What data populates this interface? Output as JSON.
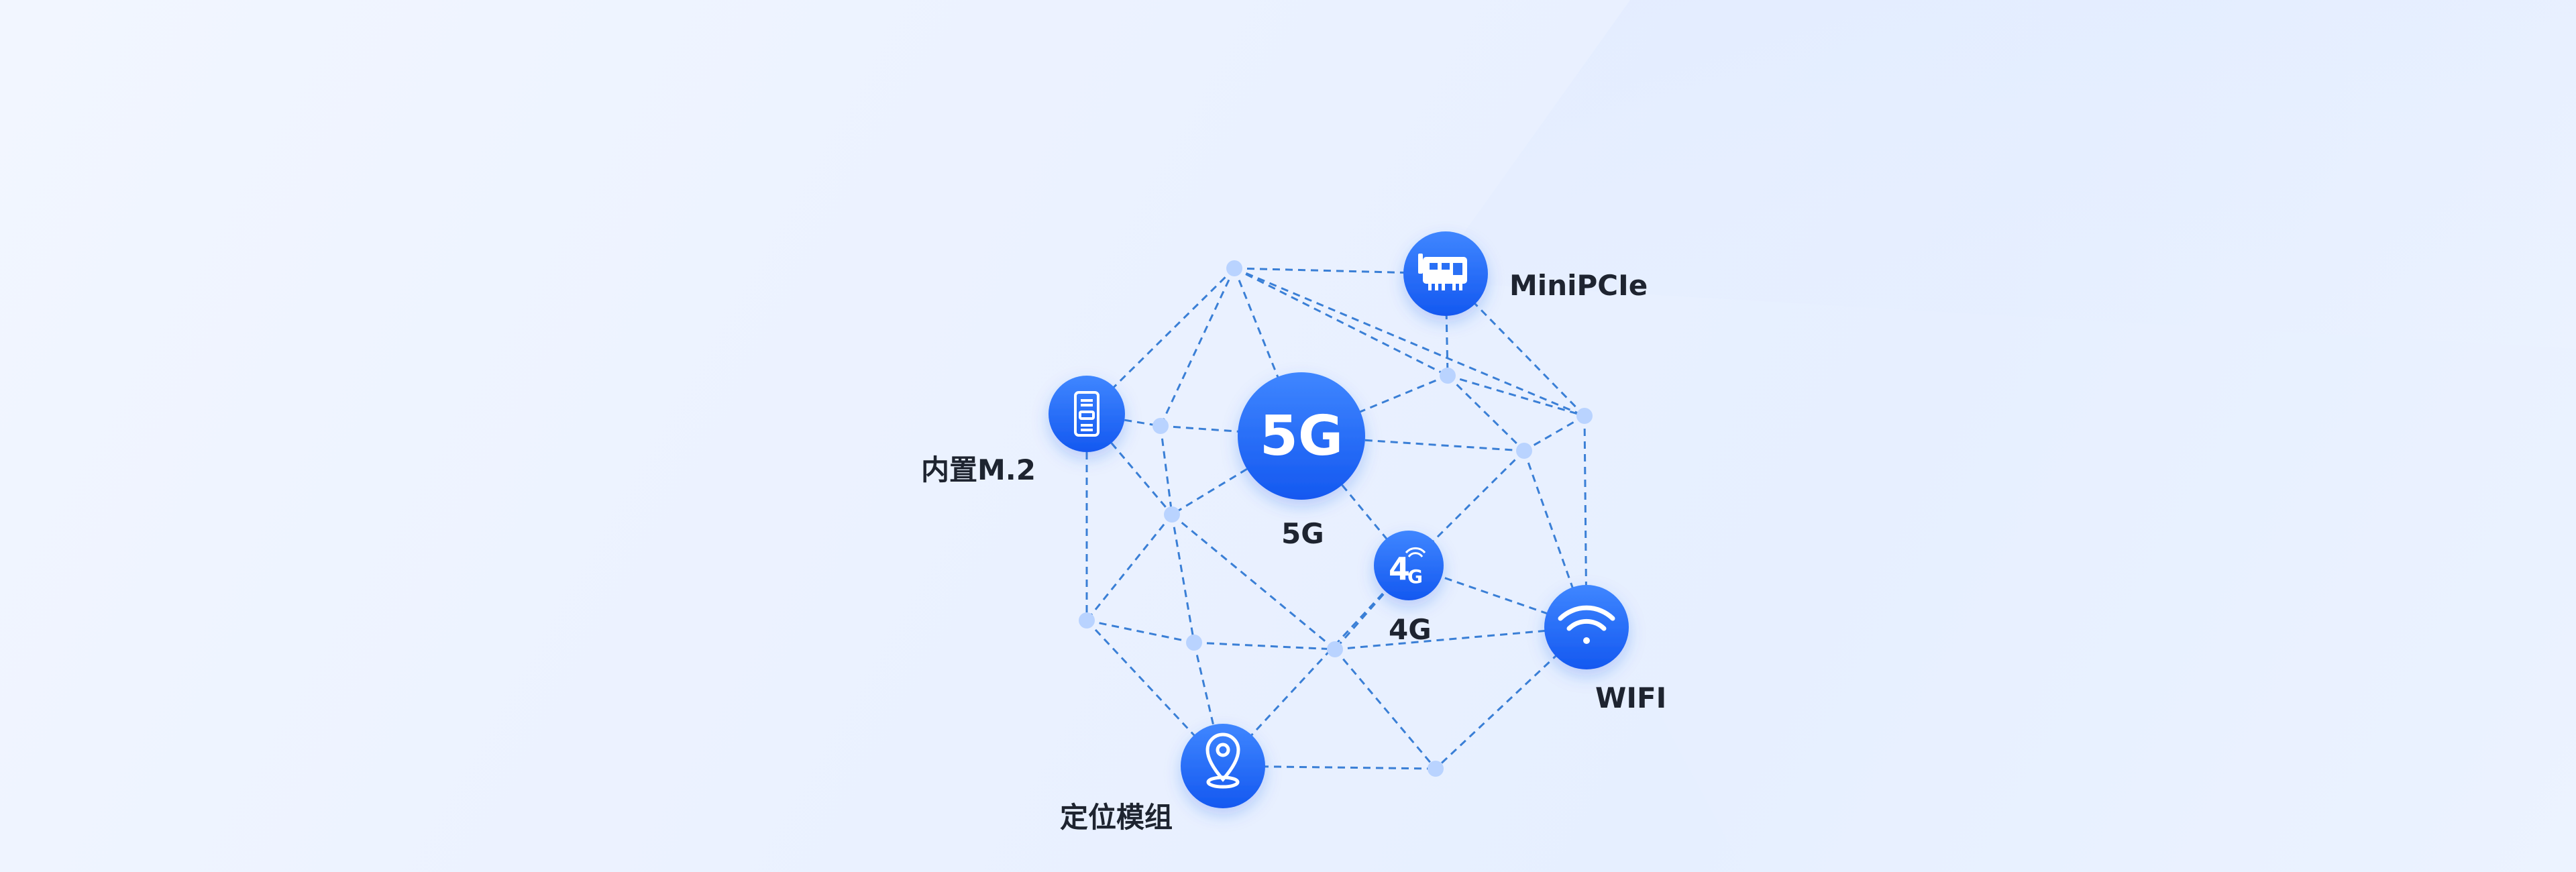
{
  "nodes": {
    "5g": {
      "label": "5G",
      "icon_text": "5G",
      "icon": "5g-badge-icon"
    },
    "4g": {
      "label": "4G",
      "icon_text": "4G",
      "icon": "4g-signal-icon"
    },
    "minipcie": {
      "label": "MiniPCIe",
      "icon": "circuit-card-icon"
    },
    "m2": {
      "label": "内置M.2",
      "icon": "m2-module-icon"
    },
    "wifi": {
      "label": "WIFI",
      "icon": "wifi-icon"
    },
    "gps": {
      "label": "定位模组",
      "icon": "location-pin-icon"
    }
  },
  "colors": {
    "icon_gradient_top": "#3f86ff",
    "icon_gradient_bottom": "#1458f0",
    "line": "#3a7fd6",
    "small_dot": "#b9d3ff",
    "label": "#1e2430"
  }
}
